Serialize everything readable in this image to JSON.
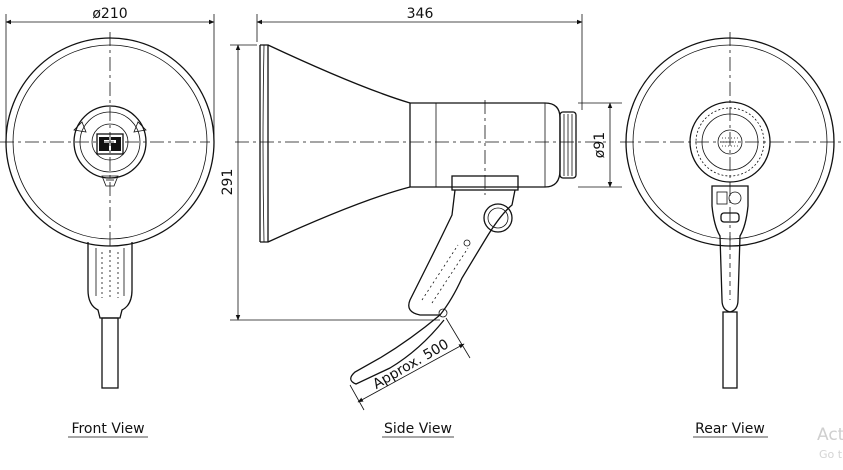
{
  "dimensions": {
    "front_diameter": "ø210",
    "overall_length": "346",
    "rear_diameter": "ø91",
    "height": "291",
    "strap_length": "Approx. 500"
  },
  "views": {
    "front": "Front View",
    "side": "Side View",
    "rear": "Rear View"
  },
  "watermark": {
    "line1": "Act",
    "line2": "Go t"
  }
}
